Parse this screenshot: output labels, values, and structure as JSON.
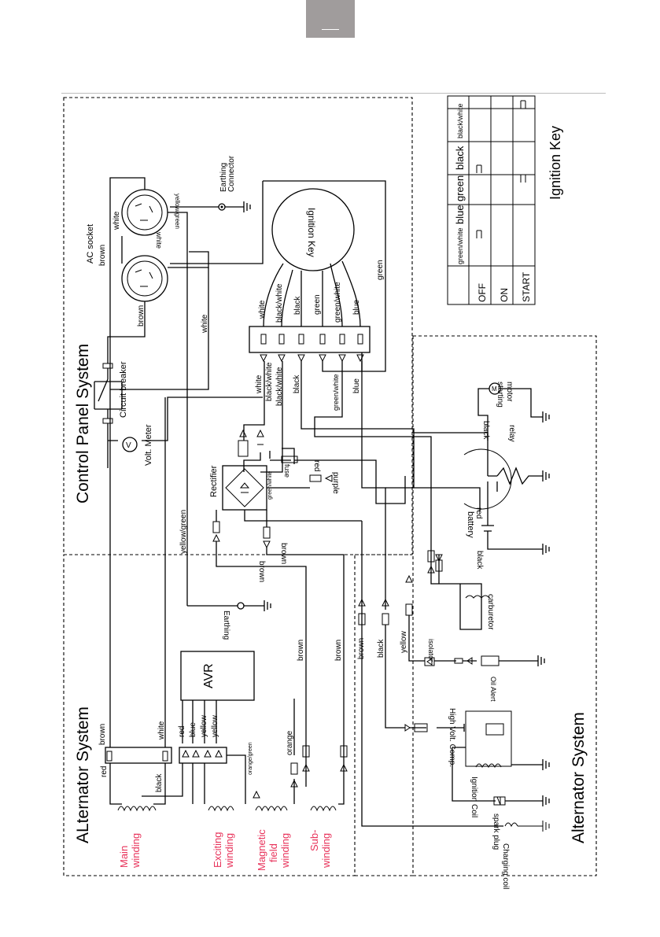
{
  "sections": {
    "control_panel": "Control Panel System",
    "alternator_left": "ALternator System",
    "alternator_right": "Alternator System"
  },
  "key_table": {
    "caption": "Ignition Key",
    "columns": [
      "green/white",
      "blue",
      "green",
      "black",
      "black/white"
    ],
    "rows": [
      "OFF",
      "ON",
      "START"
    ]
  },
  "components": {
    "ac_socket": "AC socket",
    "earthing_connector": "Earthing Connector",
    "ignition_key": "Ignition Key",
    "circuit_breaker": "Circuit breaker",
    "volt_meter": "Volt. Meter",
    "volt_symbol": "V",
    "rectifier": "Rectifier",
    "fuse": "fuse",
    "earthing": "Earthing",
    "avr": "AVR",
    "starting_motor": "starting motor",
    "motor_symbol": "M",
    "relay": "relay",
    "battery": "battery",
    "carburetor": "carburetor",
    "isolator": "isolator",
    "oil_alert": "Oil Alert",
    "high_volt_comp": "High Volt. Comp.",
    "ignition_coil": "Ignition Coil",
    "spark_plug": "spark plug",
    "charging_coil": "Charging coil"
  },
  "windings": {
    "main": [
      "Main",
      "winding"
    ],
    "exciting": [
      "Exciting",
      "winding"
    ],
    "magnetic": [
      "Magnetic",
      "field",
      "winding"
    ],
    "sub": [
      "Sub-",
      "winding"
    ]
  },
  "wires": {
    "white": "white",
    "brown": "brown",
    "yellow_green": "yellow/green",
    "black_white": "black/white",
    "black": "black",
    "green": "green",
    "green_white": "green/white",
    "blue": "blue",
    "red": "red",
    "purple": "purple",
    "yellow": "yellow",
    "orange": "orange",
    "orange_green": "orange/green"
  },
  "colors": {
    "winding_label": "#e8325a",
    "header_tab": "#a09c9c"
  }
}
